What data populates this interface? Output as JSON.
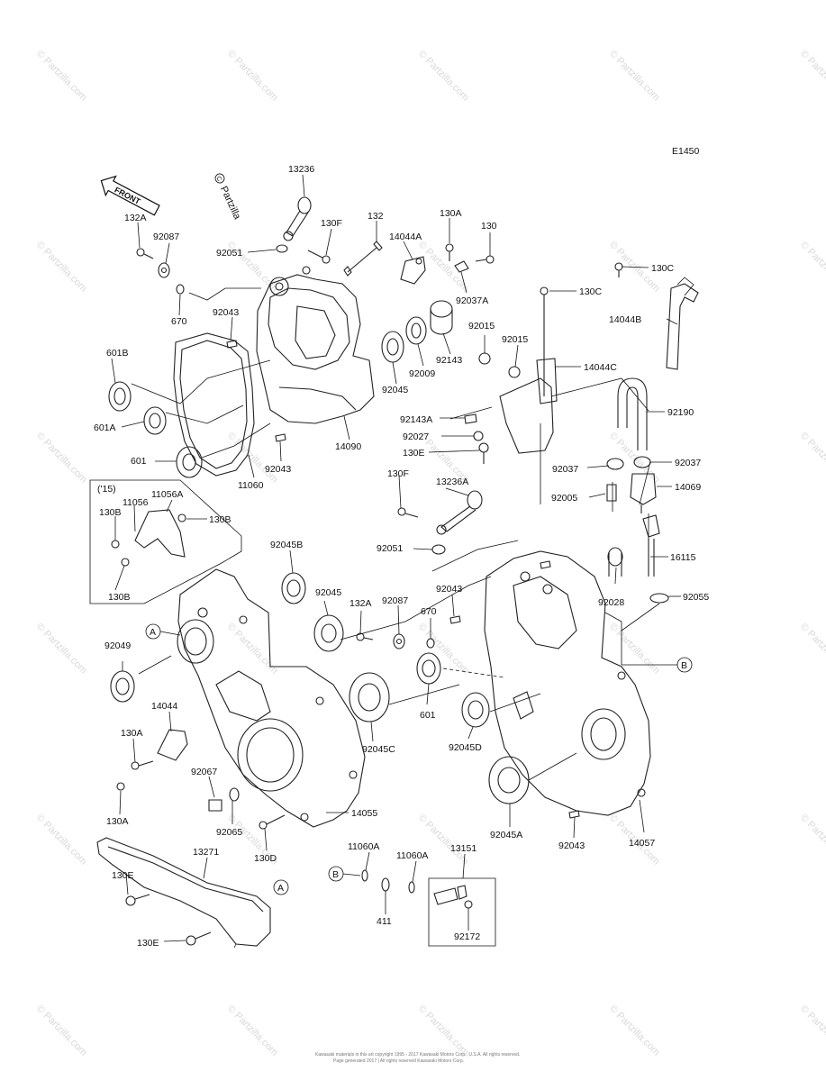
{
  "diagram": {
    "code": "E1450",
    "front_label": "FRONT",
    "watermark": "Partzilla",
    "watermark_footer": "© Partzilla.com",
    "year_note": "('15)",
    "callouts": {
      "a": "A",
      "b": "B"
    },
    "footer_line1": "Kawasaki materials in this art copyright 1995 - 2017 Kawasaki Motors Corp., U.S.A. All rights reserved.",
    "footer_line2": "Page generated 2017 | All rights reserved Kawasaki Motors Corp."
  },
  "parts": {
    "p13236": "13236",
    "p130F": "130F",
    "p132": "132",
    "p132A": "132A",
    "p92087": "92087",
    "p92051": "92051",
    "p14044A": "14044A",
    "p130A": "130A",
    "p130": "130",
    "p670": "670",
    "p92043": "92043",
    "p92037A": "92037A",
    "p130C": "130C",
    "p601B": "601B",
    "p92015": "92015",
    "p92143": "92143",
    "p14044B": "14044B",
    "p601A": "601A",
    "p92009": "92009",
    "p92045": "92045",
    "p14044C": "14044C",
    "p92190": "92190",
    "p14090": "14090",
    "p92143A": "92143A",
    "p601": "601",
    "p92027": "92027",
    "p130E": "130E",
    "p11060": "11060",
    "p92037": "92037",
    "p14069": "14069",
    "p11056": "11056",
    "p11056A": "11056A",
    "p130B": "130B",
    "p13236A": "13236A",
    "p92005": "92005",
    "p92045B": "92045B",
    "p16115": "16115",
    "p92028": "92028",
    "p92055": "92055",
    "p92049": "92049",
    "p14044": "14044",
    "p92045C": "92045C",
    "p92045D": "92045D",
    "p92067": "92067",
    "p14055": "14055",
    "p92065": "92065",
    "p130D": "130D",
    "p92045A": "92045A",
    "p14057": "14057",
    "p13271": "13271",
    "p11060A": "11060A",
    "p13151": "13151",
    "p411": "411",
    "p92172": "92172"
  }
}
